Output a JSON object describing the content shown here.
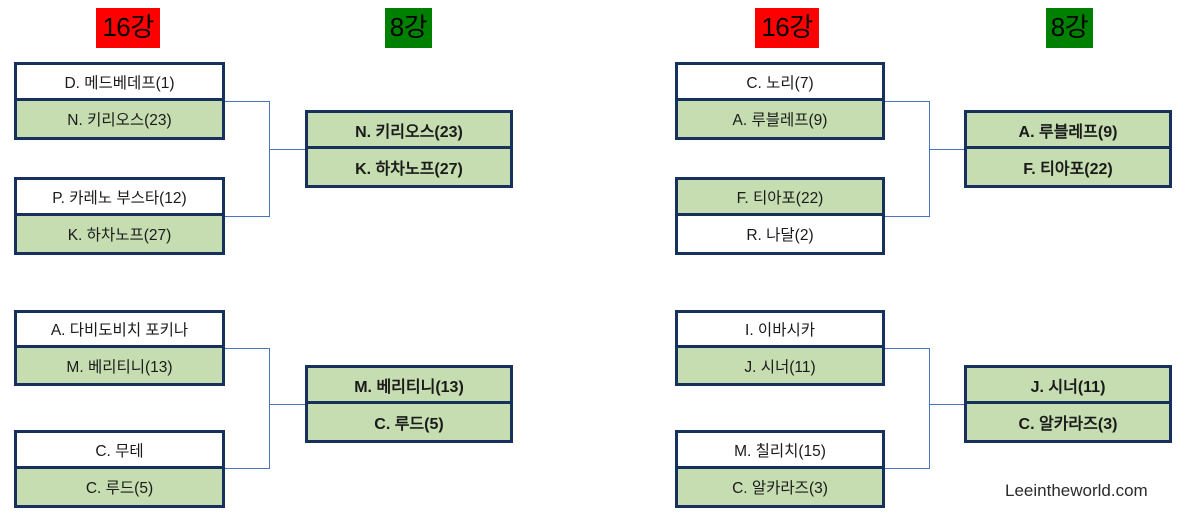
{
  "headers": {
    "left_round16": "16강",
    "left_quarter": "8강",
    "right_round16": "16강",
    "right_quarter": "8강"
  },
  "colors": {
    "round16_chip_bg": "#ff0000",
    "quarter_chip_bg": "#008000",
    "box_border": "#16325c",
    "winner_fill": "#c5ddb0",
    "loser_fill": "#ffffff",
    "connector": "#4a74bd"
  },
  "bracket": {
    "left": {
      "round16": [
        {
          "match_id": "L-R16-M1",
          "slots": [
            {
              "player": "D. 메드베데프(1)",
              "winner": false
            },
            {
              "player": "N. 키리오스(23)",
              "winner": true
            }
          ]
        },
        {
          "match_id": "L-R16-M2",
          "slots": [
            {
              "player": "P. 카레노 부스타(12)",
              "winner": false
            },
            {
              "player": "K. 하차노프(27)",
              "winner": true
            }
          ]
        },
        {
          "match_id": "L-R16-M3",
          "slots": [
            {
              "player": "A. 다비도비치 포키나",
              "winner": false
            },
            {
              "player": "M. 베리티니(13)",
              "winner": true
            }
          ]
        },
        {
          "match_id": "L-R16-M4",
          "slots": [
            {
              "player": "C. 무테",
              "winner": false
            },
            {
              "player": "C. 루드(5)",
              "winner": true
            }
          ]
        }
      ],
      "quarter": [
        {
          "match_id": "L-QF-M1",
          "slots": [
            {
              "player": "N. 키리오스(23)",
              "winner": true
            },
            {
              "player": "K. 하차노프(27)",
              "winner": true
            }
          ]
        },
        {
          "match_id": "L-QF-M2",
          "slots": [
            {
              "player": "M. 베리티니(13)",
              "winner": true
            },
            {
              "player": "C. 루드(5)",
              "winner": true
            }
          ]
        }
      ]
    },
    "right": {
      "round16": [
        {
          "match_id": "R-R16-M1",
          "slots": [
            {
              "player": "C. 노리(7)",
              "winner": false
            },
            {
              "player": "A. 루블레프(9)",
              "winner": true
            }
          ]
        },
        {
          "match_id": "R-R16-M2",
          "slots": [
            {
              "player": "F. 티아포(22)",
              "winner": true
            },
            {
              "player": "R. 나달(2)",
              "winner": false
            }
          ]
        },
        {
          "match_id": "R-R16-M3",
          "slots": [
            {
              "player": "I. 이바시카",
              "winner": false
            },
            {
              "player": "J. 시너(11)",
              "winner": true
            }
          ]
        },
        {
          "match_id": "R-R16-M4",
          "slots": [
            {
              "player": "M. 칠리치(15)",
              "winner": false
            },
            {
              "player": "C. 알카라즈(3)",
              "winner": true
            }
          ]
        }
      ],
      "quarter": [
        {
          "match_id": "R-QF-M1",
          "slots": [
            {
              "player": "A. 루블레프(9)",
              "winner": true
            },
            {
              "player": "F. 티아포(22)",
              "winner": true
            }
          ]
        },
        {
          "match_id": "R-QF-M2",
          "slots": [
            {
              "player": "J. 시너(11)",
              "winner": true
            },
            {
              "player": "C. 알카라즈(3)",
              "winner": true
            }
          ]
        }
      ]
    }
  },
  "watermark": "Leeintheworld.com"
}
